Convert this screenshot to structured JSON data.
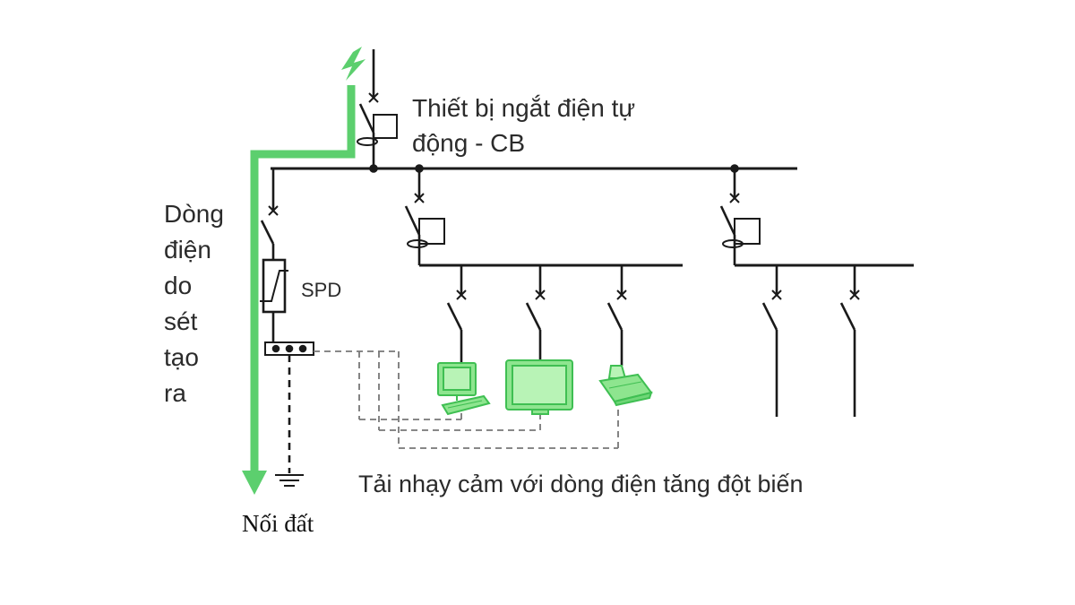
{
  "labels": {
    "cb_line1": "Thiết bị ngắt điện tự",
    "cb_line2": "động - CB",
    "surge_current_words": [
      "Dòng",
      "điện",
      "do",
      "sét",
      "tạo",
      "ra"
    ],
    "spd": "SPD",
    "sensitive_loads": "Tải nhạy cảm với dòng điện tăng đột biến",
    "earth": "Nối đất"
  },
  "colors": {
    "line": "#1a1a1a",
    "surge_path": "#5ccf6e",
    "device_fill": "#8ee58f",
    "device_stroke": "#3fbf52",
    "dashed": "#777777"
  },
  "icons": {
    "lightning": "lightning-bolt-icon",
    "computer": "computer-icon",
    "monitor": "monitor-icon",
    "printer": "printer-icon",
    "ground": "ground-symbol-icon"
  }
}
